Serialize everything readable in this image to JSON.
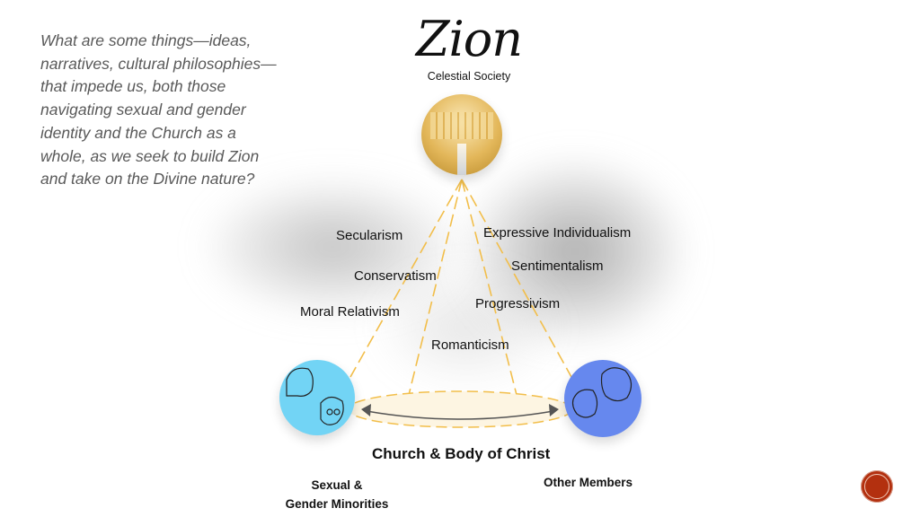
{
  "question": "What are some things—ideas, narratives, cultural philosophies—that impede us, both those navigating sexual and gender identity and the Church as a whole, as we seek to build Zion and take on the Divine nature?",
  "logo": {
    "title": "Zion",
    "subtitle": "Celestial Society"
  },
  "philosophies": [
    "Secularism",
    "Expressive Individualism",
    "Sentimentalism",
    "Conservatism",
    "Progressivism",
    "Moral Relativism",
    "Romanticism"
  ],
  "church_label": "Church & Body of Christ",
  "groups": {
    "left": "Sexual &\nGender Minorities",
    "left_line1": "Sexual &",
    "left_line2": "Gender Minorities",
    "right": "Other Members"
  },
  "colors": {
    "gold": "#f2be4a",
    "left_circle": "#72d4f5",
    "right_circle": "#6688ee",
    "nav_button": "#b3300f"
  }
}
